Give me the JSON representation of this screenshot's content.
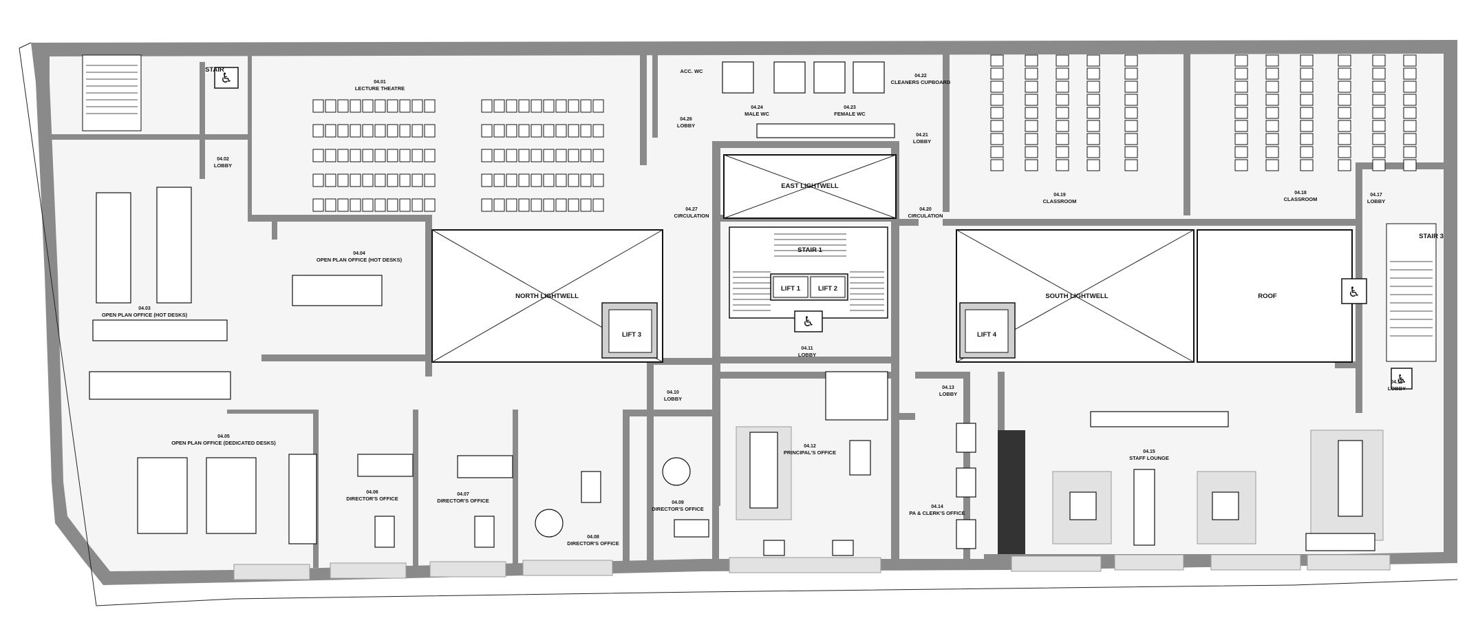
{
  "rooms": {
    "stair2": {
      "name": "STAIR"
    },
    "lecture": {
      "num": "04.01",
      "name": "LECTURE THEATRE"
    },
    "lobby0402": {
      "num": "04.02",
      "name": "LOBBY"
    },
    "opo0403": {
      "num": "04.03",
      "name": "OPEN PLAN OFFICE (HOT DESKS)"
    },
    "opo0404": {
      "num": "04.04",
      "name": "OPEN PLAN OFFICE (HOT DESKS)"
    },
    "opo0405": {
      "num": "04.05",
      "name": "OPEN PLAN OFFICE (DEDICATED DESKS)"
    },
    "dir0406": {
      "num": "04.06",
      "name": "DIRECTOR'S OFFICE"
    },
    "dir0407": {
      "num": "04.07",
      "name": "DIRECTOR'S OFFICE"
    },
    "dir0408": {
      "num": "04.08",
      "name": "DIRECTOR'S OFFICE"
    },
    "dir0409": {
      "num": "04.09",
      "name": "DIRECTOR'S OFFICE"
    },
    "lobby0410": {
      "num": "04.10",
      "name": "LOBBY"
    },
    "lobby0411": {
      "num": "04.11",
      "name": "LOBBY"
    },
    "principal": {
      "num": "04.12",
      "name": "PRINCIPAL'S OFFICE"
    },
    "lobby0413": {
      "num": "04.13",
      "name": "LOBBY"
    },
    "pa": {
      "num": "04.14",
      "name": "PA & CLERK'S OFFICE"
    },
    "staff": {
      "num": "04.15",
      "name": "STAFF LOUNGE"
    },
    "lobby0416": {
      "num": "04.16",
      "name": "LOBBY"
    },
    "lobby0417": {
      "num": "04.17",
      "name": "LOBBY"
    },
    "class0418": {
      "num": "04.18",
      "name": "CLASSROOM"
    },
    "class0419": {
      "num": "04.19",
      "name": "CLASSROOM"
    },
    "circ0420": {
      "num": "04.20",
      "name": "CIRCULATION"
    },
    "lobby0421": {
      "num": "04.21",
      "name": "LOBBY"
    },
    "clean": {
      "num": "04.22",
      "name": "CLEANERS CUPBOARD"
    },
    "fwc": {
      "num": "04.23",
      "name": "FEMALE WC"
    },
    "mwc": {
      "num": "04.24",
      "name": "MALE WC"
    },
    "accwc": {
      "name": "ACC. WC"
    },
    "lobby0426": {
      "num": "04.26",
      "name": "LOBBY"
    },
    "circ0427": {
      "num": "04.27",
      "name": "CIRCULATION"
    }
  },
  "features": {
    "north_lightwell": "NORTH LIGHTWELL",
    "east_lightwell": "EAST LIGHTWELL",
    "south_lightwell": "SOUTH LIGHTWELL",
    "roof": "ROOF",
    "stair1": "STAIR 1",
    "stair3": "STAIR 3",
    "lift1": "LIFT 1",
    "lift2": "LIFT 2",
    "lift3": "LIFT 3",
    "lift4": "LIFT 4"
  },
  "icons": {
    "accessible": "wheelchair-accessible-icon"
  },
  "colors": {
    "wall": "#8a8a8a",
    "floor": "#f5f5f5",
    "line": "#111111"
  }
}
